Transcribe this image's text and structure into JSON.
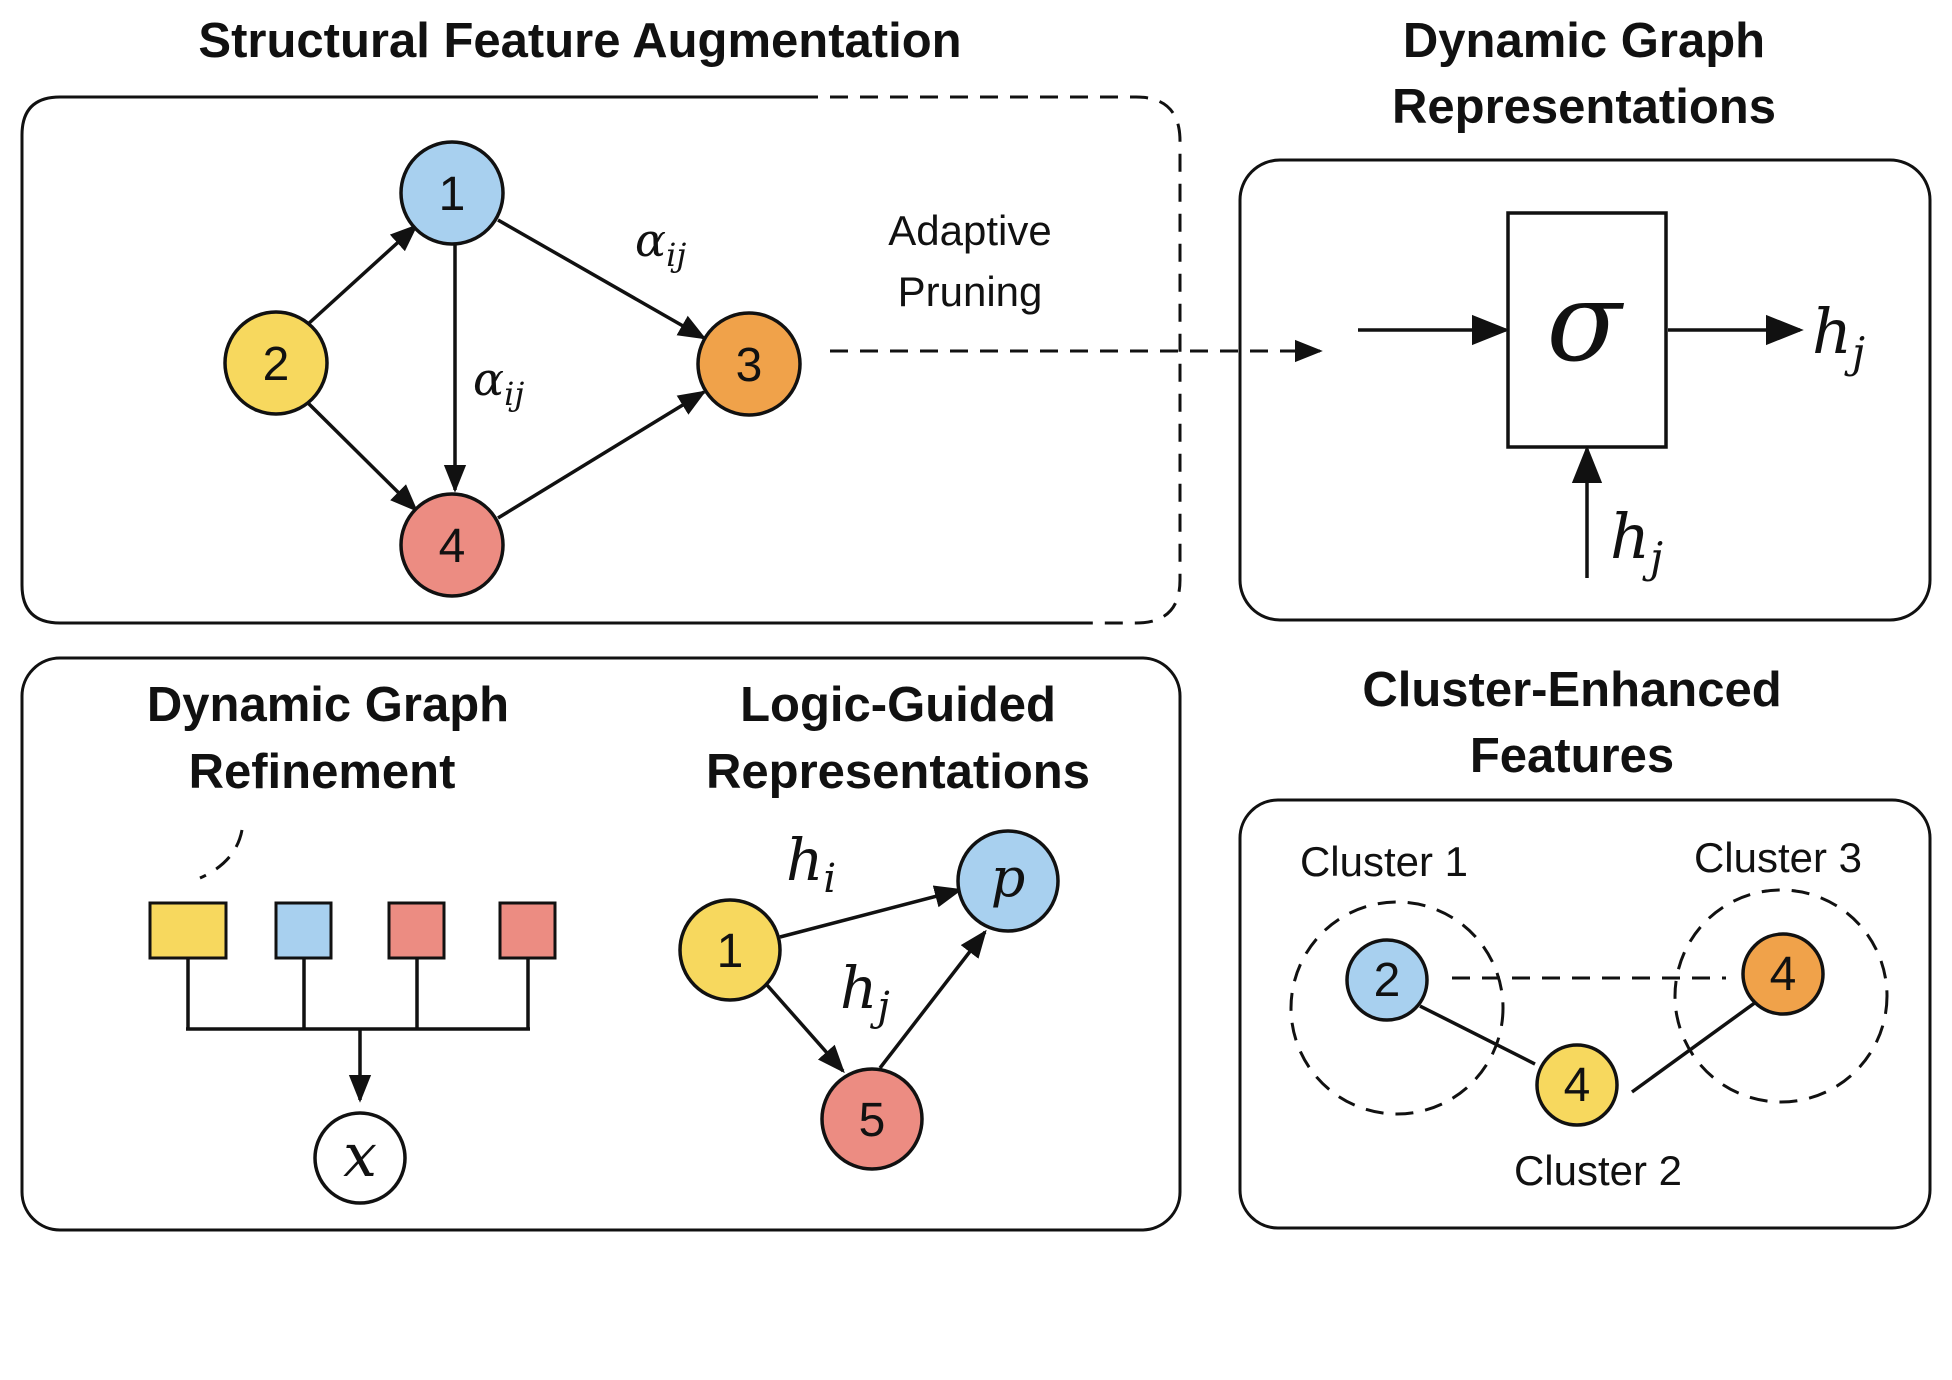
{
  "titles": {
    "structural": "Structural Feature Augmentation",
    "dynamic_rep_1": "Dynamic Graph",
    "dynamic_rep_2": "Representations",
    "refinement_1": "Dynamic Graph",
    "refinement_2": "Refinement",
    "logic_1": "Logic-Guided",
    "logic_2": "Representations",
    "cluster_1": "Cluster-Enhanced",
    "cluster_2": "Features"
  },
  "structural_graph": {
    "nodes": [
      {
        "id": "1",
        "color": "#a8d0ef"
      },
      {
        "id": "2",
        "color": "#f7d85e"
      },
      {
        "id": "3",
        "color": "#f0a24a"
      },
      {
        "id": "4",
        "color": "#ec8c82"
      }
    ],
    "edge_weight_label": "αij",
    "pruning_label_1": "Adaptive",
    "pruning_label_2": "Pruning"
  },
  "dynamic_rep": {
    "activation": "σ",
    "output_label": "hj",
    "input_label": "hj"
  },
  "refinement": {
    "blocks": [
      {
        "color": "#f7d85e"
      },
      {
        "color": "#a8d0ef"
      },
      {
        "color": "#ec8c82"
      },
      {
        "color": "#ec8c82"
      }
    ],
    "output_var": "x"
  },
  "logic_graph": {
    "nodes": [
      {
        "id": "1",
        "color": "#f7d85e"
      },
      {
        "id": "p",
        "color": "#a8d0ef"
      },
      {
        "id": "5",
        "color": "#ec8c82"
      }
    ],
    "edge_label_i": "hi",
    "edge_label_j": "hj"
  },
  "clusters": {
    "labels": [
      "Cluster 1",
      "Cluster 3",
      "Cluster 2"
    ],
    "nodes": [
      {
        "id": "2",
        "color": "#a8d0ef"
      },
      {
        "id": "4",
        "color": "#f0a24a"
      },
      {
        "id": "4",
        "color": "#f7d85e"
      }
    ]
  },
  "colors": {
    "blue": "#a8d0ef",
    "yellow": "#f7d85e",
    "orange": "#f0a24a",
    "red": "#ec8c82",
    "stroke": "#111111"
  }
}
